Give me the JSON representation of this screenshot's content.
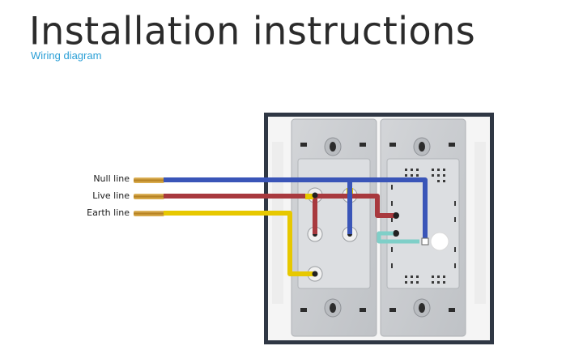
{
  "header": {
    "title": "Installation instructions",
    "subtitle": "Wiring diagram"
  },
  "wires": [
    {
      "label": "Null line",
      "color": "#3a55b8"
    },
    {
      "label": "Live line",
      "color": "#a8393e"
    },
    {
      "label": "Earth line",
      "color": "#e7c800"
    }
  ],
  "colors": {
    "frame": "#2f3744",
    "plate": "#f4f4f4",
    "module": "#c9cbce",
    "sensor_wire": "#7fcfc8",
    "terminal_brass": "#c9962b"
  }
}
